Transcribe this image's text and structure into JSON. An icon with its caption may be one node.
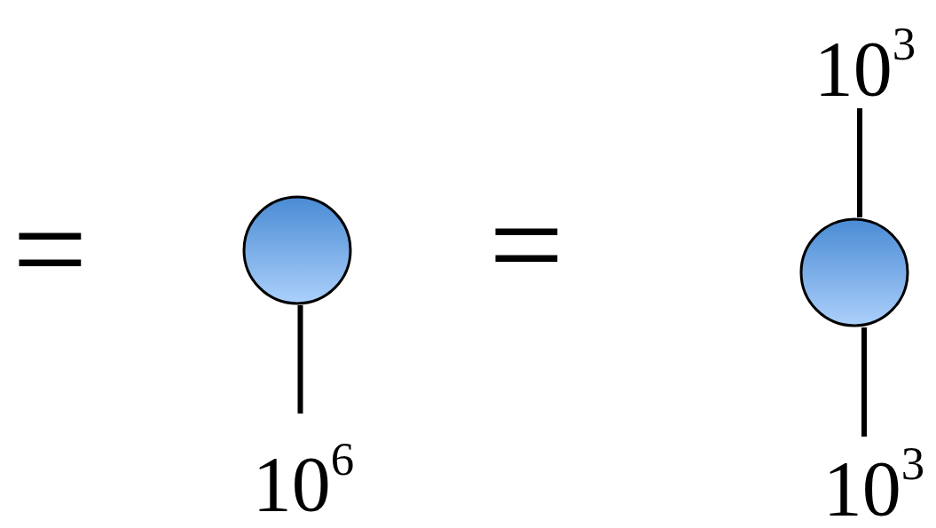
{
  "diagram": {
    "nodes": [
      {
        "text": [],
        "shape": "circle"
      },
      {
        "text": [
          "10$^{6}$"
        ]
      },
      {
        "text": [
          "10$^{3}$"
        ]
      },
      {
        "text": [],
        "shape": "circle"
      },
      {
        "text": [
          "10$^{3}$"
        ]
      }
    ],
    "edges": [
      {
        "from": 0,
        "to": 1,
        "arrow": "none"
      },
      {
        "from": 2,
        "to": 3,
        "arrow": "none"
      },
      {
        "from": 3,
        "to": 4,
        "arrow": "none"
      }
    ],
    "labels": [
      "=",
      "="
    ]
  }
}
